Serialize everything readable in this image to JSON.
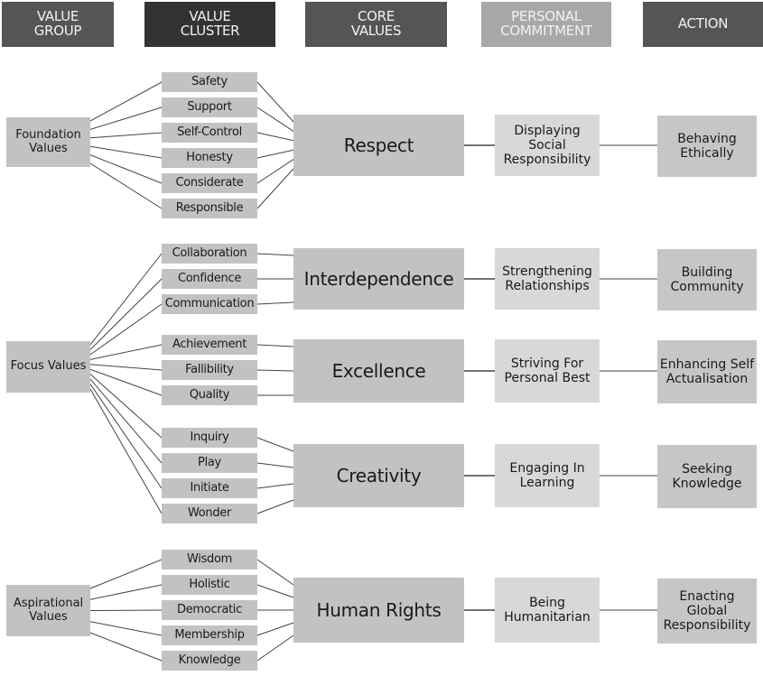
{
  "headers": [
    "VALUE GROUP",
    "VALUE CLUSTER",
    "CORE VALUES",
    "PERSONAL COMMITMENT",
    "ACTION"
  ],
  "header_colors": [
    "#555555",
    "#333333",
    "#555555",
    "#a8a8a8",
    "#555555"
  ],
  "groups": [
    "Foundation Values",
    "Focus Values",
    "Aspirational Values"
  ],
  "rows": [
    {
      "core": "Respect",
      "clusters": [
        "Safety",
        "Support",
        "Self-Control",
        "Honesty",
        "Considerate",
        "Responsible"
      ],
      "commitment": "Displaying Social Responsibility",
      "action": "Behaving Ethically"
    },
    {
      "core": "Interdependence",
      "clusters": [
        "Collaboration",
        "Confidence",
        "Communication"
      ],
      "commitment": "Strengthening Relationships",
      "action": "Building Community"
    },
    {
      "core": "Excellence",
      "clusters": [
        "Achievement",
        "Fallibility",
        "Quality"
      ],
      "commitment": "Striving For Personal Best",
      "action": "Enhancing Self Actualisation"
    },
    {
      "core": "Creativity",
      "clusters": [
        "Inquiry",
        "Play",
        "Initiate",
        "Wonder"
      ],
      "commitment": "Engaging In Learning",
      "action": "Seeking Knowledge"
    },
    {
      "core": "Human Rights",
      "clusters": [
        "Wisdom",
        "Holistic",
        "Democratic",
        "Membership",
        "Knowledge"
      ],
      "commitment": "Being Humanitarian",
      "action": "Enacting Global Responsibility"
    }
  ]
}
